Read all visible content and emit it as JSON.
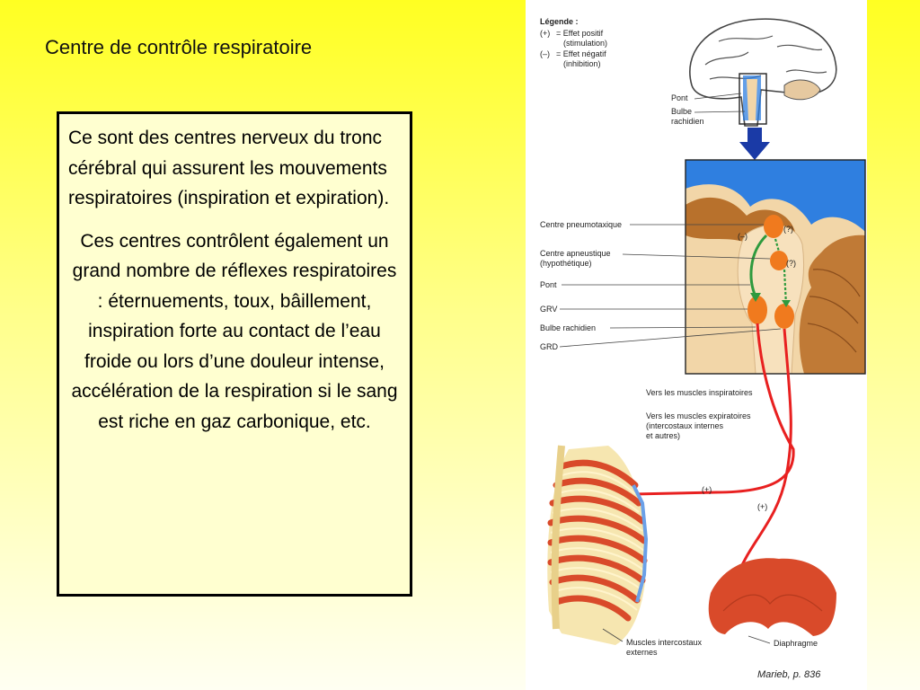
{
  "slide": {
    "title": "Centre de contrôle respiratoire",
    "paragraph1": "Ce sont des centres nerveux du tronc cérébral qui assurent les mouvements respiratoires (inspiration et expiration).",
    "paragraph2": "Ces centres contrôlent également un grand nombre de réflexes respiratoires : éternuements, toux, bâillement, inspiration forte au contact de l’eau froide ou lors d’une douleur intense, accélération de la respiration si le sang est riche en gaz carbonique, etc."
  },
  "figure": {
    "legend": {
      "title": "Légende :",
      "plus_key": "(+)",
      "plus_line1": "= Effet positif",
      "plus_line2": "(stimulation)",
      "minus_key": "(–)",
      "minus_line1": "= Effet négatif",
      "minus_line2": "(inhibition)"
    },
    "brain_labels": {
      "pont": "Pont",
      "bulbe_line1": "Bulbe",
      "bulbe_line2": "rachidien"
    },
    "left_labels": {
      "pneumotaxique": "Centre pneumotaxique",
      "apneustique_line1": "Centre apneustique",
      "apneustique_line2": "(hypothétique)",
      "pont": "Pont",
      "grv": "GRV",
      "bulbe": "Bulbe rachidien",
      "grd": "GRD"
    },
    "inner_marks": {
      "minus": "(–)",
      "q1": "(?)",
      "q2": "(?)"
    },
    "nerve_labels": {
      "inspiratoires": "Vers les muscles inspiratoires",
      "expiratoires_line1": "Vers les muscles expiratoires",
      "expiratoires_line2": "(intercostaux internes",
      "expiratoires_line3": "et autres)"
    },
    "effect_marks": {
      "plus1": "(+)",
      "plus2": "(+)"
    },
    "muscle_labels": {
      "intercostaux_line1": "Muscles intercostaux",
      "intercostaux_line2": "externes",
      "diaphragme": "Diaphragme"
    },
    "credit": "Marieb, p. 836",
    "colors": {
      "brain_blue": "#2f7fe0",
      "brain_tan": "#f2d6a8",
      "cerebellum_brown": "#b8712c",
      "nucleus_orange": "#f07a1e",
      "nerve_red": "#e82020",
      "muscle_red": "#d94a2a",
      "inhibit_green": "#2e9a3e",
      "arrow_navy": "#1a3aa6"
    }
  }
}
